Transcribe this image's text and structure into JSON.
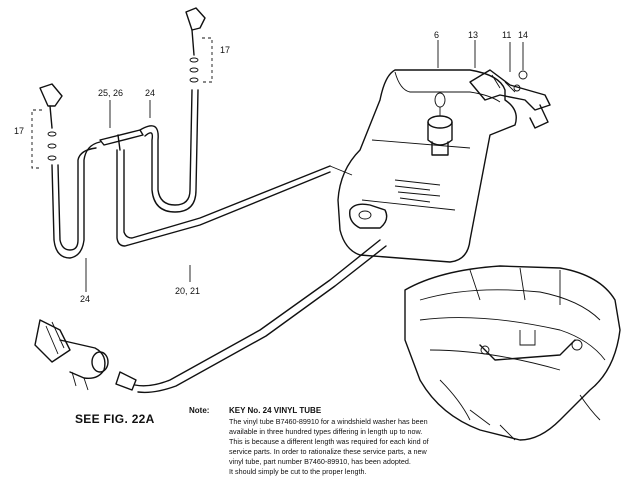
{
  "part_labels": {
    "p6": "6",
    "p13": "13",
    "p11": "11",
    "p14": "14",
    "p17_top": "17",
    "p17_left": "17",
    "p25_26": "25, 26",
    "p24_top": "24",
    "p24_bottom": "24",
    "p20_21": "20, 21"
  },
  "see_figure": "SEE FIG. 22A",
  "note": {
    "label": "Note:",
    "title": "KEY No. 24 VINYL TUBE",
    "lines": [
      "The vinyl tube B7460-89910 for a windshield washer has been",
      "available in three hundred types differing in length up to now.",
      "This is because a different length was required for each kind of",
      "service parts. In order to rationalize these service parts, a new",
      "vinyl tube, part number B7460-89910, has been adopted.",
      "It should simply be cut to the proper length."
    ]
  }
}
